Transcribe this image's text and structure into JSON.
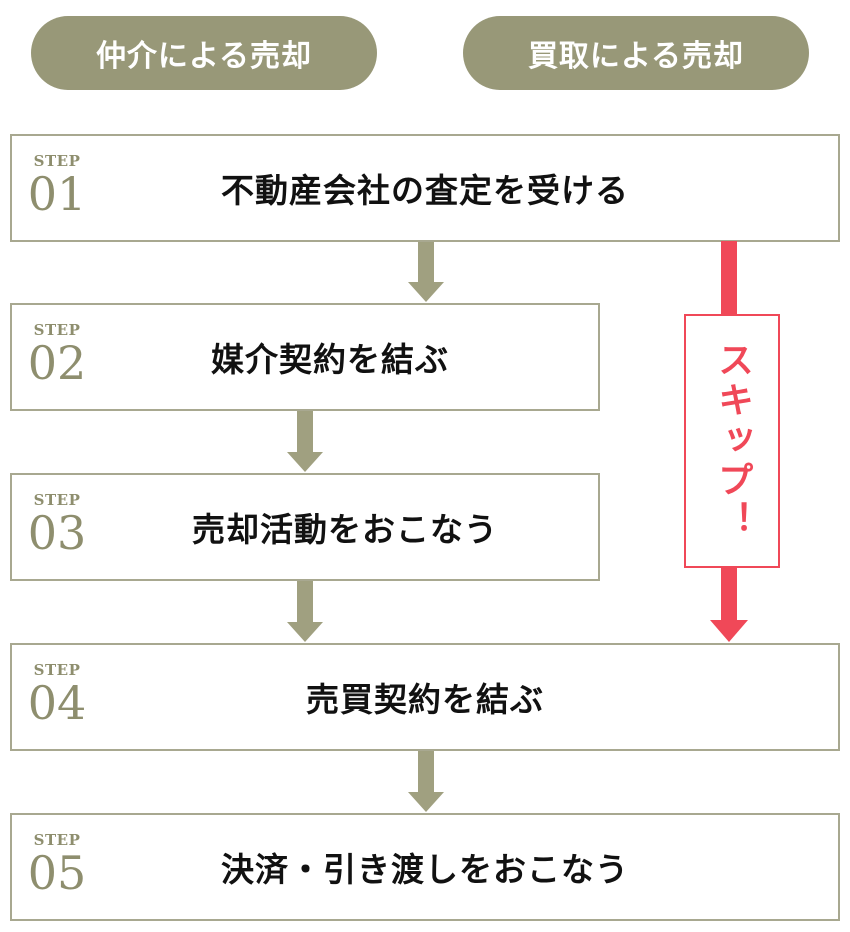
{
  "tabs": [
    {
      "label": "仲介による売却"
    },
    {
      "label": "買取による売却"
    }
  ],
  "step_word": "STEP",
  "steps": [
    {
      "number": "01",
      "title": "不動産会社の査定を受ける"
    },
    {
      "number": "02",
      "title": "媒介契約を結ぶ"
    },
    {
      "number": "03",
      "title": "売却活動をおこなう"
    },
    {
      "number": "04",
      "title": "売買契約を結ぶ"
    },
    {
      "number": "05",
      "title": "決済・引き渡しをおこなう"
    }
  ],
  "skip_label": "スキップ！",
  "colors": {
    "olive": "#989878",
    "border": "#a8a890",
    "step_number": "#8e8e6e",
    "skip_red": "#f04858",
    "text": "#111111"
  }
}
